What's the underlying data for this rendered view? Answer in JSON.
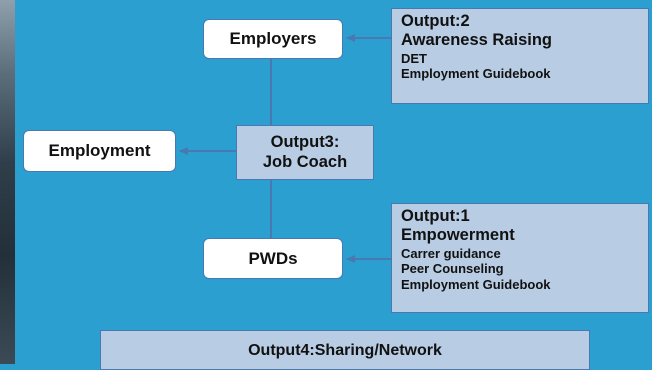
{
  "diagram": {
    "employers": "Employers",
    "employment": "Employment",
    "pwds": "PWDs",
    "output3": {
      "title": "Output3:",
      "label": "Job Coach"
    },
    "output2": {
      "title": "Output:2",
      "label": "Awareness Raising",
      "items": [
        "DET",
        "Employment Guidebook"
      ]
    },
    "output1": {
      "title": "Output:1",
      "label": "Empowerment",
      "items": [
        "Carrer guidance",
        "Peer Counseling",
        "Employment Guidebook"
      ]
    },
    "output4": "Output4:Sharing/Network"
  },
  "colors": {
    "background": "#2a9fd0",
    "box_fill": "#b8cce4",
    "line": "#4a78b0",
    "white_fill": "#ffffff"
  }
}
